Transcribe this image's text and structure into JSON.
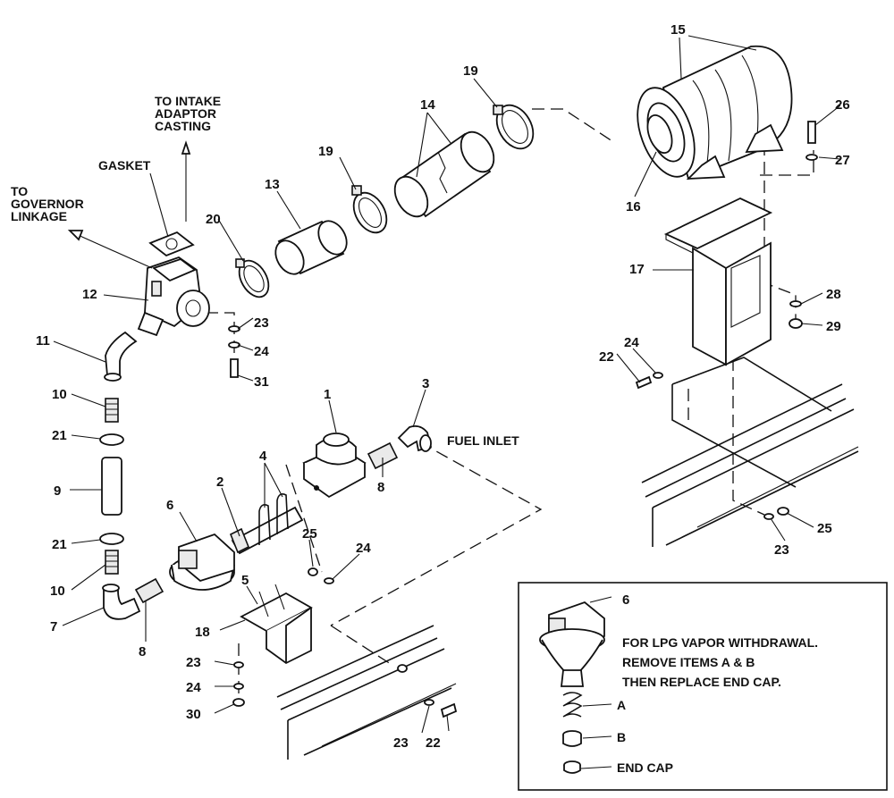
{
  "labels": {
    "to_intake_line1": "TO INTAKE",
    "to_intake_line2": "ADAPTOR",
    "to_intake_line3": "CASTING",
    "gasket": "GASKET",
    "to_governor_line1": "TO",
    "to_governor_line2": "GOVERNOR",
    "to_governor_line3": "LINKAGE",
    "fuel_inlet": "FUEL INLET"
  },
  "callouts": {
    "c1": "1",
    "c2": "2",
    "c3": "3",
    "c4": "4",
    "c5": "5",
    "c6": "6",
    "c7": "7",
    "c8a": "8",
    "c8b": "8",
    "c9": "9",
    "c10a": "10",
    "c10b": "10",
    "c11": "11",
    "c12": "12",
    "c13": "13",
    "c14": "14",
    "c15": "15",
    "c16": "16",
    "c17": "17",
    "c18": "18",
    "c19a": "19",
    "c19b": "19",
    "c20": "20",
    "c21a": "21",
    "c21b": "21",
    "c22a": "22",
    "c22b": "22",
    "c23a": "23",
    "c23b": "23",
    "c23c": "23",
    "c23d": "23",
    "c24a": "24",
    "c24b": "24",
    "c24c": "24",
    "c24d": "24",
    "c25a": "25",
    "c25b": "25",
    "c26": "26",
    "c27": "27",
    "c28": "28",
    "c29": "29",
    "c30": "30",
    "c31": "31"
  },
  "inset": {
    "item_number": "6",
    "note_line1": "FOR LPG VAPOR WITHDRAWAL.",
    "note_line2": "REMOVE ITEMS A & B",
    "note_line3": "THEN REPLACE END CAP.",
    "label_a": "A",
    "label_b": "B",
    "label_end_cap": "END CAP"
  }
}
